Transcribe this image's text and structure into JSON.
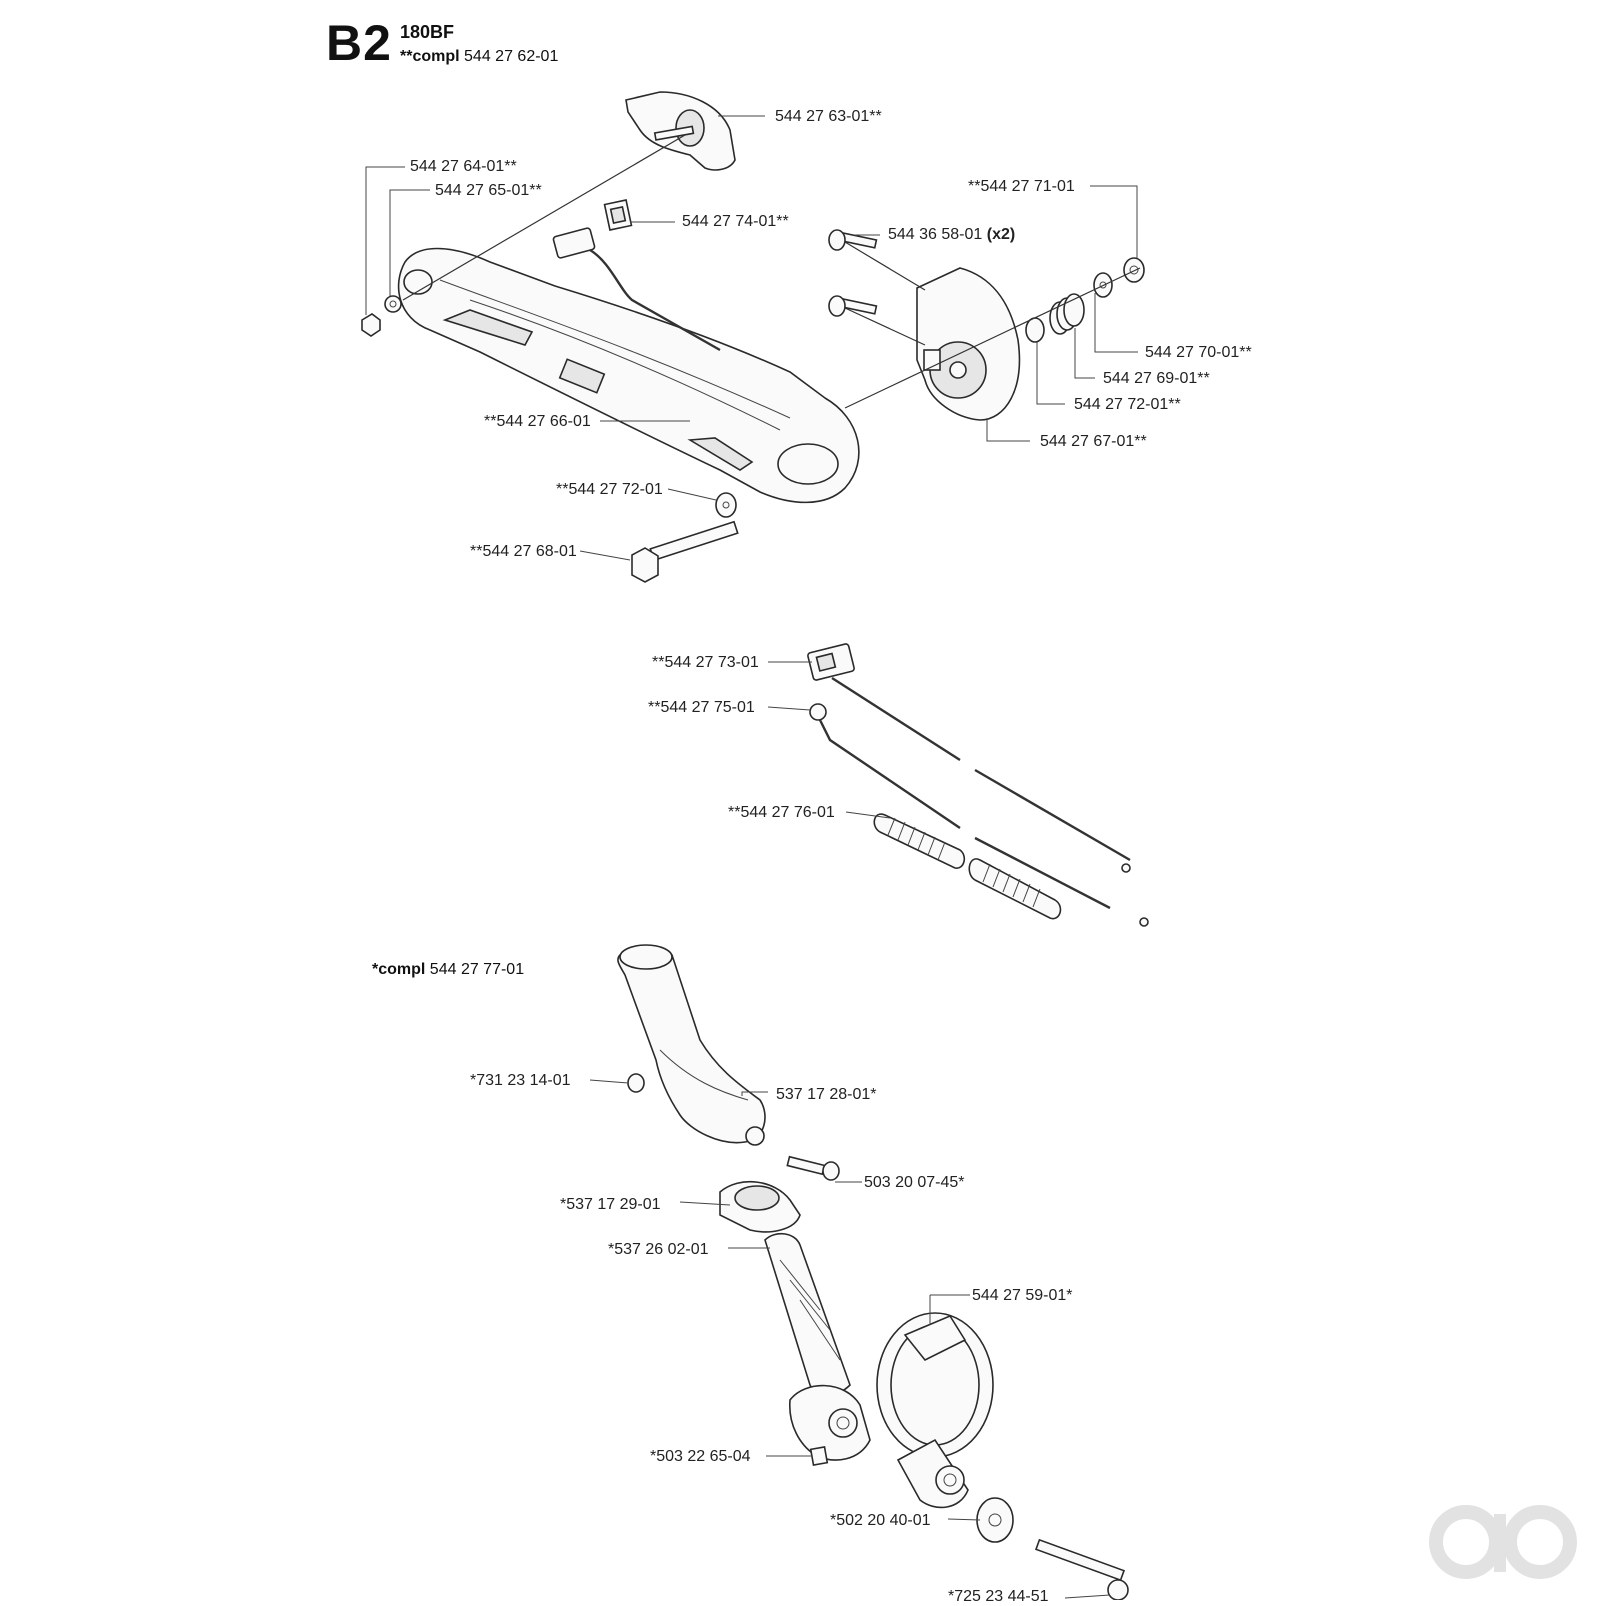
{
  "header": {
    "section": "B2",
    "model": "180BF",
    "compl_prefix": "**compl",
    "compl_number": "544 27 62-01"
  },
  "subassembly": {
    "prefix": "*compl",
    "number": "544 27 77-01"
  },
  "labels": {
    "p_63": "544 27 63-01**",
    "p_64": "544 27 64-01**",
    "p_65": "544 27 65-01**",
    "p_74": "544 27 74-01**",
    "p_71": "**544 27 71-01",
    "p_3658": "544 36 58-01",
    "p_3658_qty": "(x2)",
    "p_70": "544 27 70-01**",
    "p_69": "544 27 69-01**",
    "p_72a": "544 27 72-01**",
    "p_67": "544 27 67-01**",
    "p_66": "**544 27 66-01",
    "p_72b": "**544 27 72-01",
    "p_68": "**544 27 68-01",
    "p_73": "**544 27 73-01",
    "p_75": "**544 27 75-01",
    "p_76": "**544 27 76-01",
    "p_731": "*731 23 14-01",
    "p_5371728": "537 17 28-01*",
    "p_503200745": "503 20 07-45*",
    "p_5371729": "*537 17 29-01",
    "p_5372602": "*537 26 02-01",
    "p_59": "544 27 59-01*",
    "p_503226504": "*503 22 65-04",
    "p_502": "*502 20 40-01",
    "p_725": "*725 23 44-51"
  },
  "colors": {
    "line": "#2a2a2a",
    "part_fill": "#fafafa",
    "watermark": "#e2e2e2"
  },
  "icons": {
    "watermark": "brand-logo-watermark"
  }
}
